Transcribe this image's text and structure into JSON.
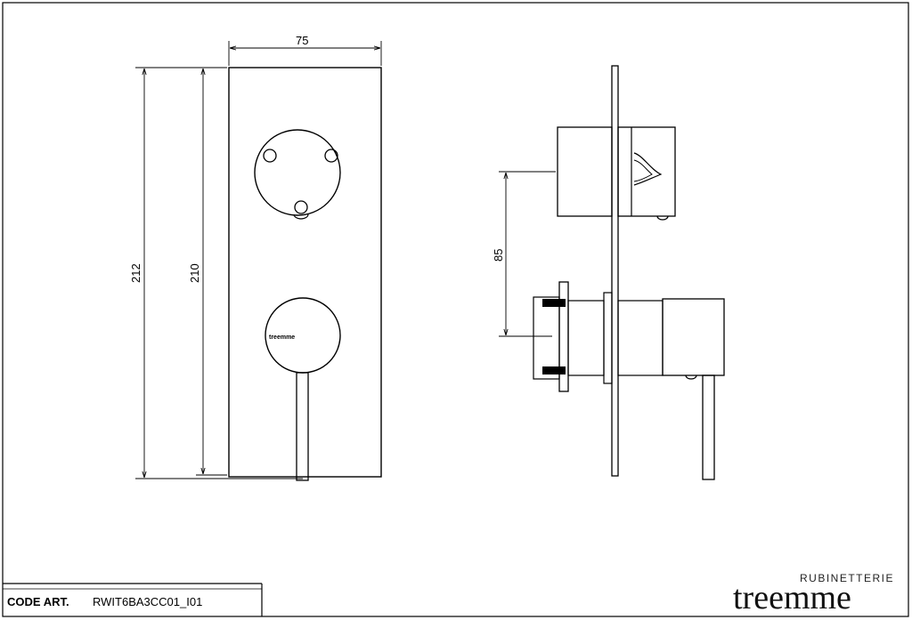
{
  "front_view": {
    "width_dim": "75",
    "height_outer_dim": "212",
    "height_inner_dim": "210",
    "knob_logo": "treemme"
  },
  "side_view": {
    "spacing_dim": "85"
  },
  "title_block": {
    "code_label": "CODE ART.",
    "code_value": "RWIT6BA3CC01_I01"
  },
  "brand": {
    "tagline": "RUBINETTERIE",
    "name": "treemme"
  }
}
